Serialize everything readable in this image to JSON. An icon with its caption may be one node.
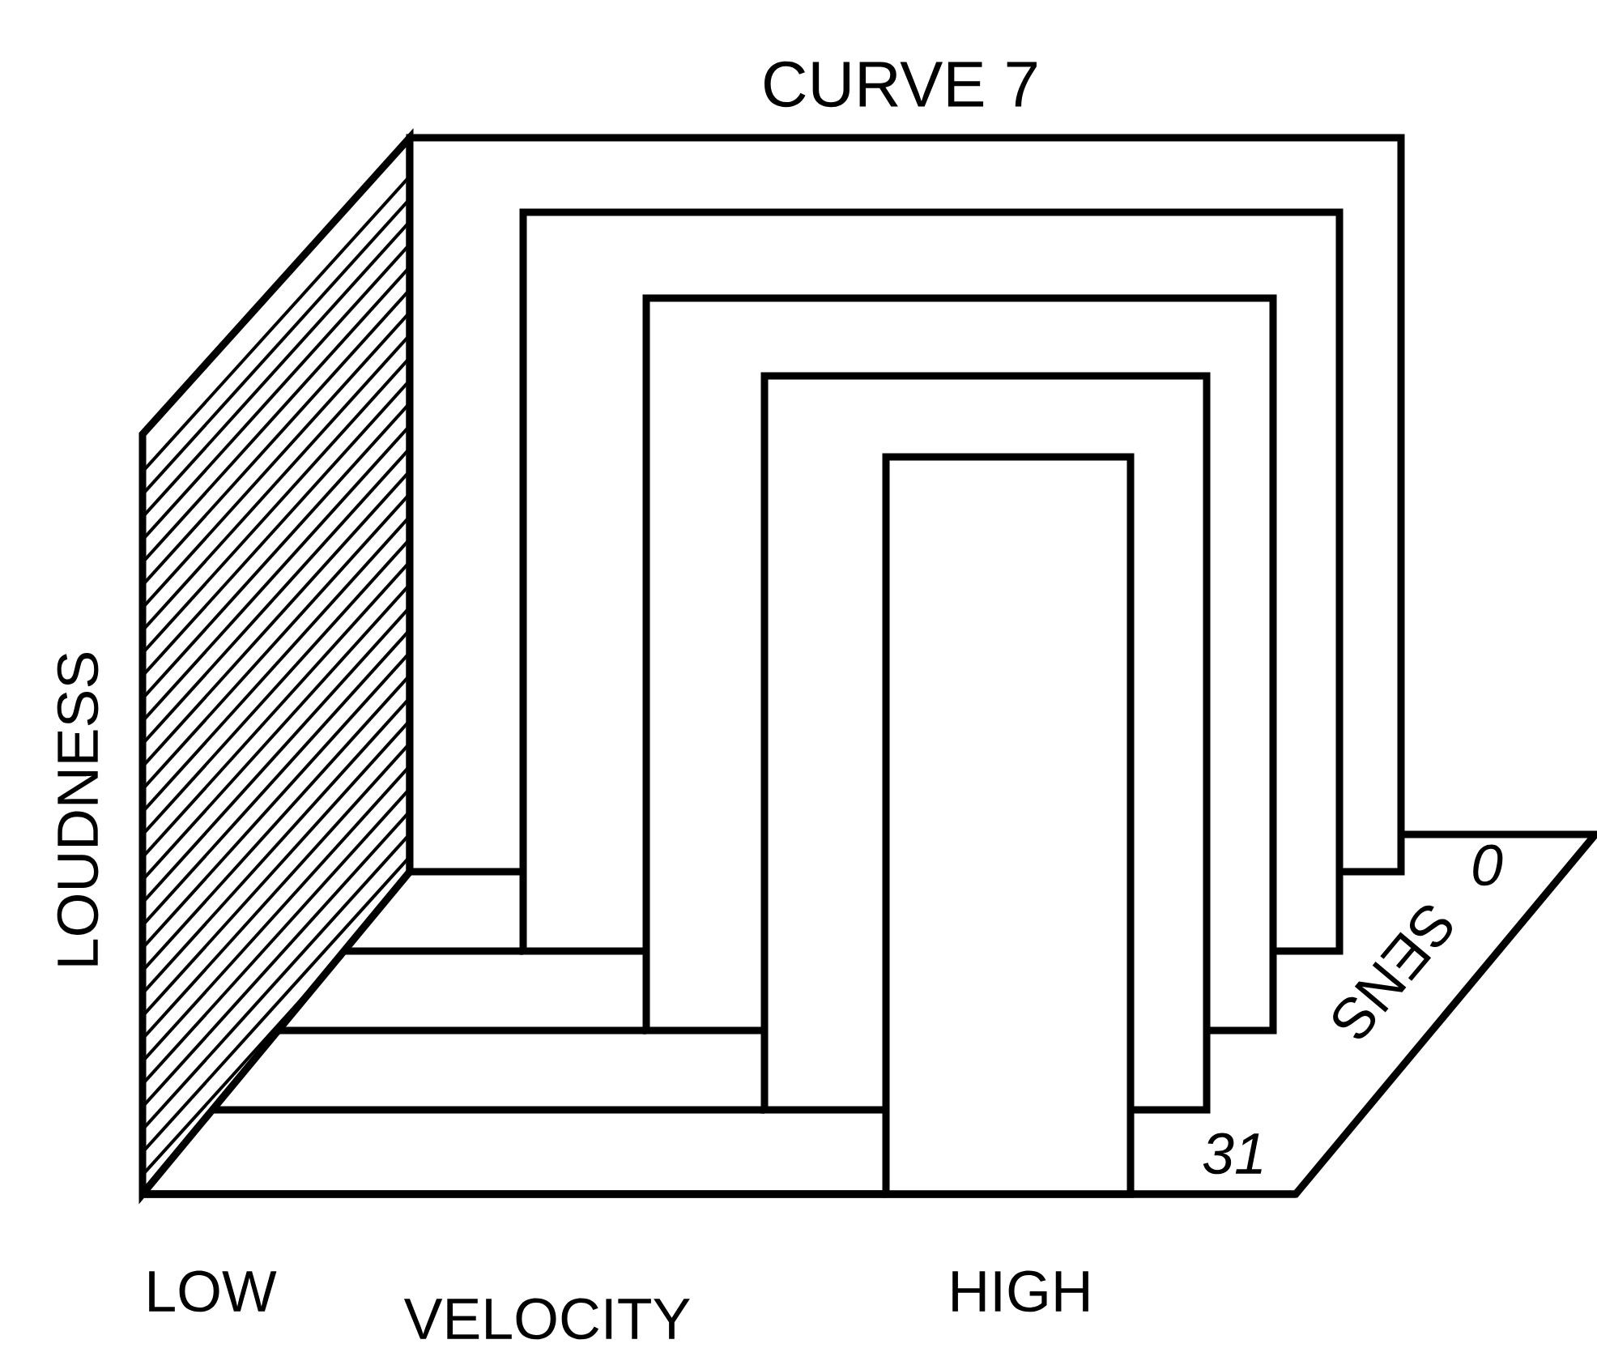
{
  "diagram": {
    "title": "CURVE 7",
    "labels": [
      "LOUDNESS",
      "0",
      "SENS",
      "31",
      "LOW",
      "VELOCITY",
      "HIGH"
    ]
  }
}
